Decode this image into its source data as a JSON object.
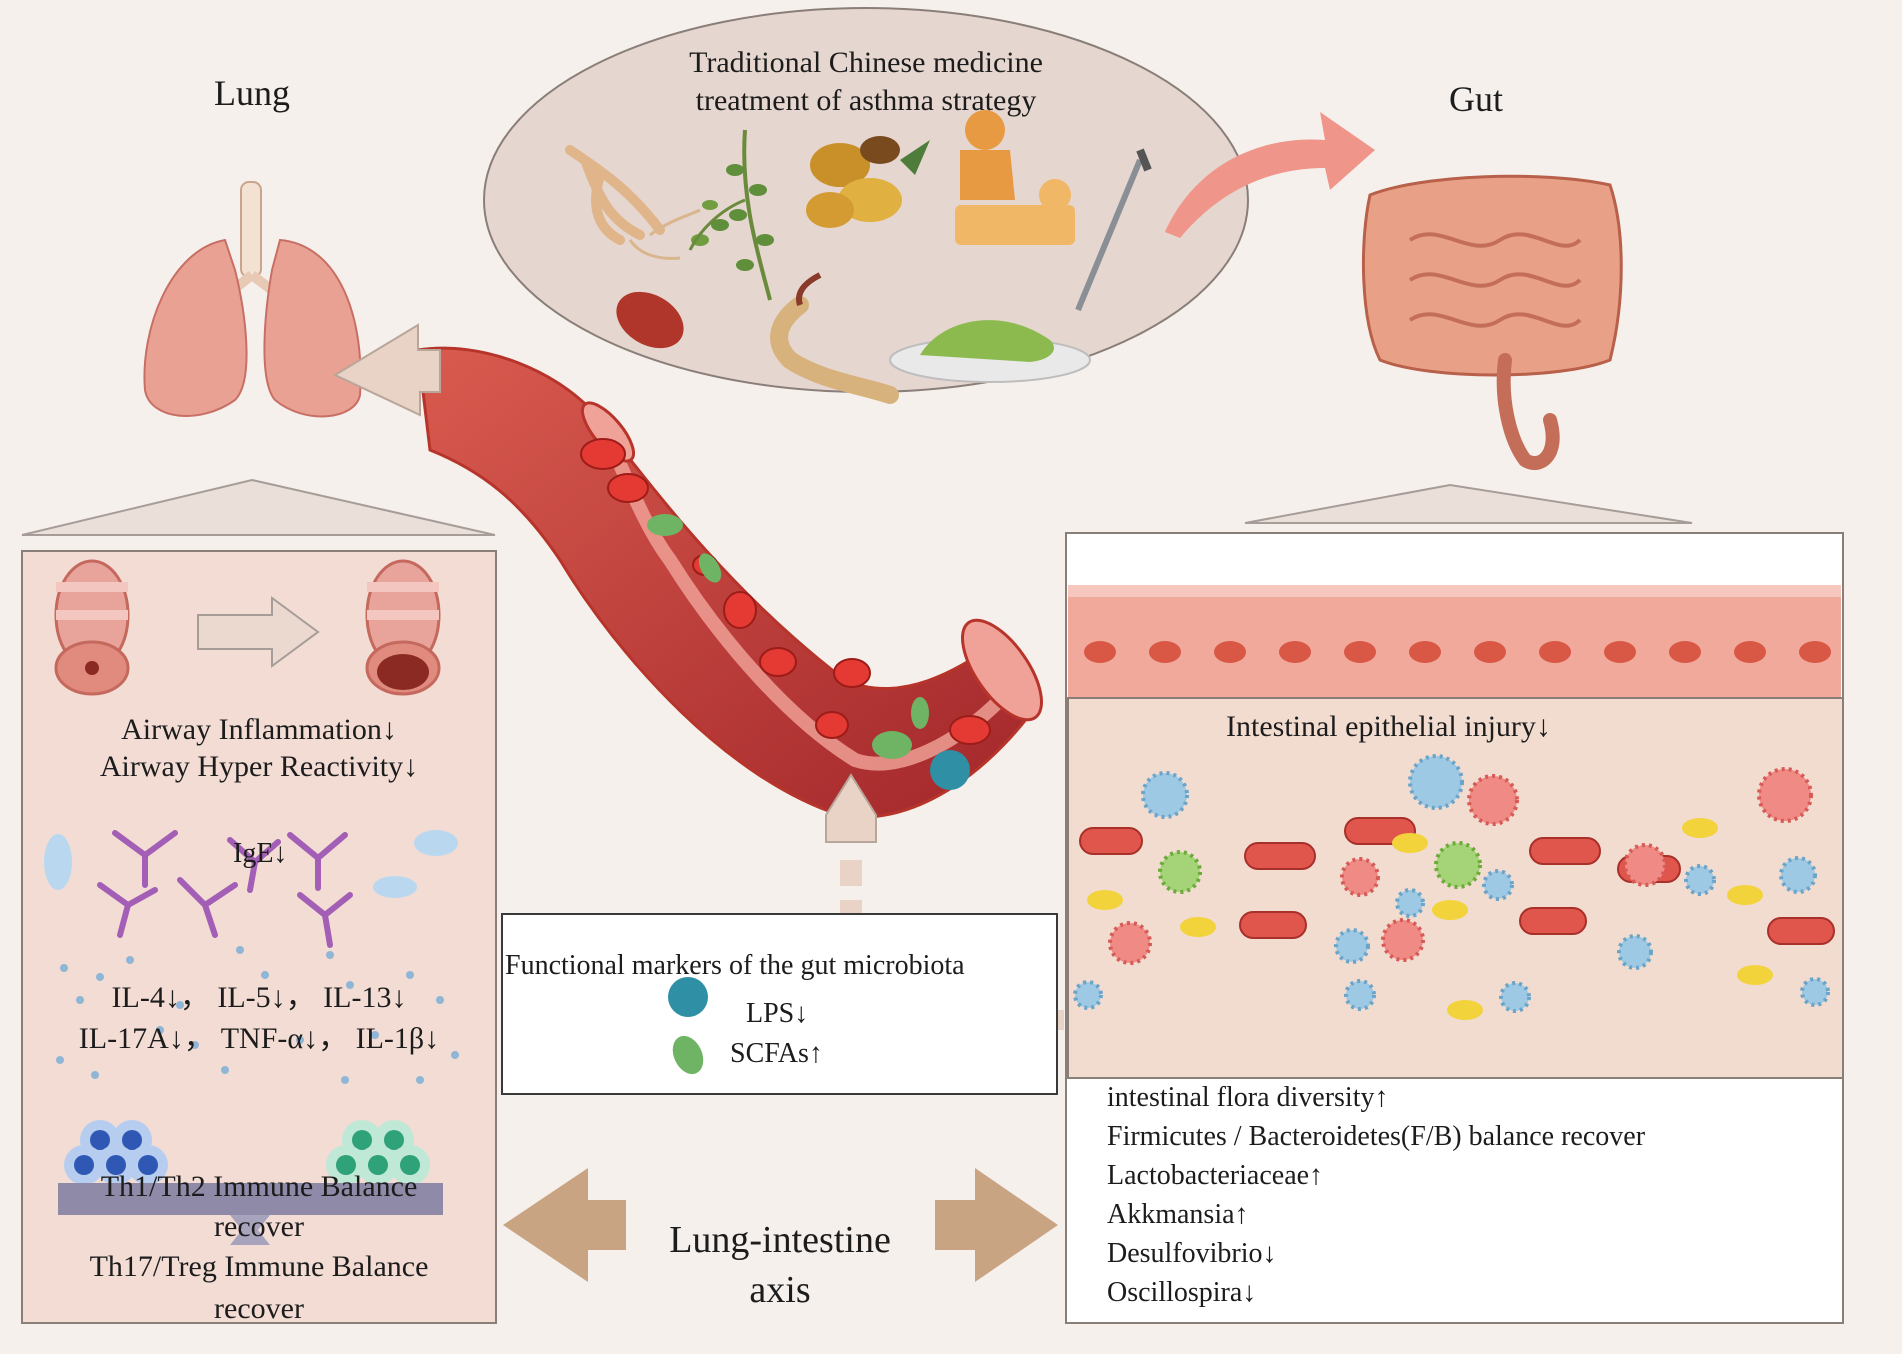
{
  "tcm": {
    "title_line1": "Traditional Chinese medicine",
    "title_line2": "treatment of asthma strategy"
  },
  "lung": {
    "title": "Lung",
    "airway_inflammation": "Airway Inflammation↓",
    "airway_hyper": "Airway Hyper Reactivity↓",
    "ige": "IgE↓",
    "cytokines_line1": "IL-4↓， IL-5↓， IL-13↓",
    "cytokines_line2": "IL-17A↓， TNF-α↓， IL-1β↓",
    "th1_th2_line1": "Th1/Th2 Immune Balance",
    "th1_th2_line2": "recover",
    "th17_treg_line1": "Th17/Treg Immune Balance",
    "th17_treg_line2": "recover"
  },
  "gut": {
    "title": "Gut",
    "epithelial_injury": "Intestinal epithelial injury↓",
    "flora": [
      "intestinal flora diversity↑",
      "Firmicutes / Bacteroidetes(F/B)  balance recover",
      "Lactobacteriaceae↑",
      "Akkmansia↑",
      "Desulfovibrio↓",
      "Oscillospira↓"
    ]
  },
  "markers": {
    "title": "Functional markers of the gut microbiota",
    "lps": "LPS↓",
    "scfas": "SCFAs↑"
  },
  "axis": {
    "line1": "Lung-intestine",
    "line2": "axis"
  }
}
